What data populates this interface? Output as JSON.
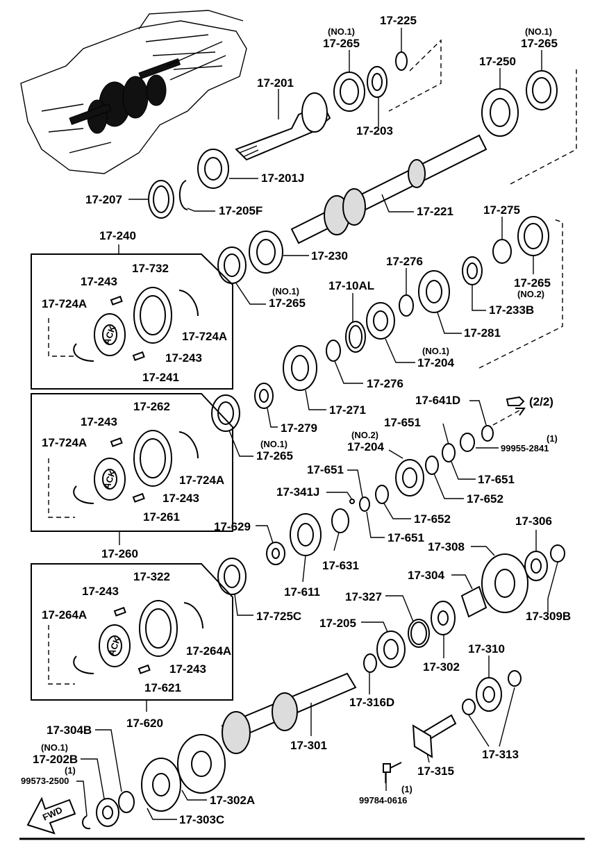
{
  "labels": {
    "p17_225": "17-225",
    "p17_265_a_no": "(NO.1)",
    "p17_265_a": "17-265",
    "p17_265_b_no": "(NO.1)",
    "p17_265_b": "17-265",
    "p17_201": "17-201",
    "p17_250": "17-250",
    "p17_203": "17-203",
    "p17_201J": "17-201J",
    "p17_207": "17-207",
    "p17_205F": "17-205F",
    "p17_221": "17-221",
    "p17_240": "17-240",
    "p17_230": "17-230",
    "p17_275": "17-275",
    "p17_732": "17-732",
    "p17_243_a": "17-243",
    "p17_724A_a": "17-724A",
    "p17_724A_b": "17-724A",
    "p17_243_b": "17-243",
    "p17_241": "17-241",
    "p17_265_c_no": "(NO.1)",
    "p17_265_c": "17-265",
    "p17_276_a": "17-276",
    "p17_10AL": "17-10AL",
    "p17_265_d": "17-265",
    "p17_265_d_no": "(NO.2)",
    "p17_233B": "17-233B",
    "p17_281": "17-281",
    "p17_204_a_no": "(NO.1)",
    "p17_204_a": "17-204",
    "p17_276_b": "17-276",
    "p17_271": "17-271",
    "p17_641D": "17-641D",
    "p2_2": "(2/2)",
    "p17_262": "17-262",
    "p17_243_c": "17-243",
    "p17_724A_c": "17-724A",
    "p17_279": "17-279",
    "p17_651_a": "17-651",
    "p99955_qty": "(1)",
    "p99955": "99955-2841",
    "p17_204_b_no": "(NO.2)",
    "p17_204_b": "17-204",
    "p17_265_e_no": "(NO.1)",
    "p17_265_e": "17-265",
    "p17_651_b": "17-651",
    "p17_724A_d": "17-724A",
    "p17_243_d": "17-243",
    "p17_651_c": "17-651",
    "p17_652_a": "17-652",
    "p17_341J": "17-341J",
    "p17_261": "17-261",
    "p17_652_b": "17-652",
    "p17_629": "17-629",
    "p17_651_d": "17-651",
    "p17_306": "17-306",
    "p17_260": "17-260",
    "p17_308": "17-308",
    "p17_631": "17-631",
    "p17_322": "17-322",
    "p17_304": "17-304",
    "p17_611": "17-611",
    "p17_243_e": "17-243",
    "p17_327": "17-327",
    "p17_264A_a": "17-264A",
    "p17_725C": "17-725C",
    "p17_309B": "17-309B",
    "p17_205": "17-205",
    "p17_264A_b": "17-264A",
    "p17_310": "17-310",
    "p17_302": "17-302",
    "p17_243_f": "17-243",
    "p17_316D": "17-316D",
    "p17_621": "17-621",
    "p17_620": "17-620",
    "p17_304B": "17-304B",
    "p17_313": "17-313",
    "p17_301": "17-301",
    "p17_202B_no": "(NO.1)",
    "p17_202B": "17-202B",
    "p99573_qty": "(1)",
    "p99573": "99573-2500",
    "p17_315": "17-315",
    "p17_302A": "17-302A",
    "p99784_qty": "(1)",
    "p99784": "99784-0616",
    "p17_303C": "17-303C",
    "fwd": "FWD",
    "hub_a": "ACK",
    "hub_b": "ACK",
    "hub_c": "ACK"
  }
}
